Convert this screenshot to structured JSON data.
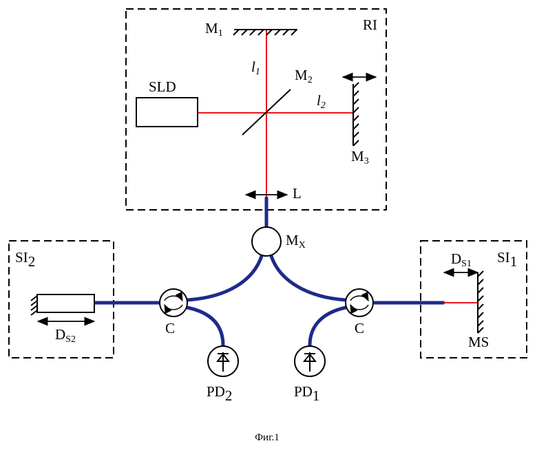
{
  "colors": {
    "beam": "#e8151b",
    "fiber": "#1e2a8a",
    "ink": "#000000",
    "background": "#ffffff"
  },
  "labels": {
    "ri_box": "RI",
    "si1_box_main": "SI",
    "si1_box_sub": "1",
    "si2_box_main": "SI",
    "si2_box_sub": "2",
    "m1_main": "M",
    "m1_sub": "1",
    "m2_main": "M",
    "m2_sub": "2",
    "m3_main": "M",
    "m3_sub": "3",
    "sld": "SLD",
    "l1_main": "l",
    "l1_sub": "1",
    "l2_main": "l",
    "l2_sub": "2",
    "big_l": "L",
    "mx_main": "M",
    "mx_sub": "X",
    "c_left": "C",
    "c_right": "C",
    "pd1_main": "PD",
    "pd1_sub": "1",
    "pd2_main": "PD",
    "pd2_sub": "2",
    "ds1_main": "D",
    "ds1_sub": "S1",
    "ds2_main": "D",
    "ds2_sub": "S2",
    "ms": "MS"
  },
  "caption": "Фиг.1"
}
